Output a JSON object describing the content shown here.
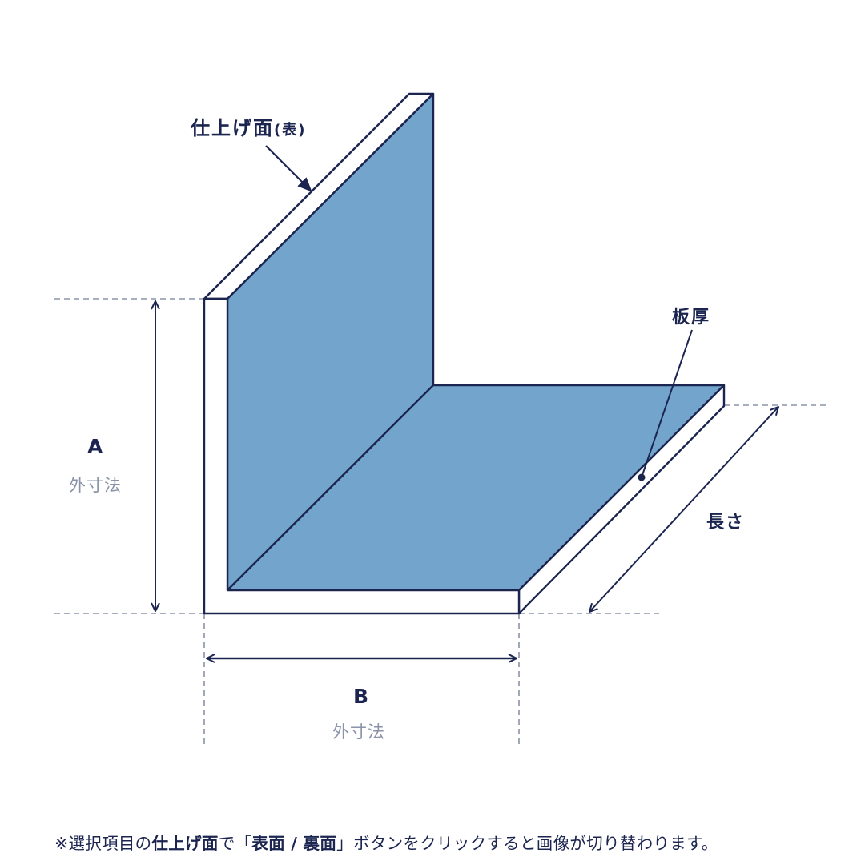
{
  "labels": {
    "finish_surface": "仕上げ面",
    "finish_surface_paren": "(表)",
    "thickness": "板厚",
    "length": "長さ",
    "dim_a": "A",
    "dim_a_sub": "外寸法",
    "dim_b": "B",
    "dim_b_sub": "外寸法"
  },
  "footnote": {
    "prefix": "※選択項目の",
    "bold1": "仕上げ面",
    "mid": "で「",
    "bold2": "表面 / 裏面",
    "suffix": "」ボタンをクリックすると画像が切り替わります。"
  },
  "colors": {
    "outline": "#1b2550",
    "face_fill": "#73a5cc",
    "dashed": "#8a93a8",
    "label": "#1b2550",
    "sub_label": "#8a93a8"
  }
}
